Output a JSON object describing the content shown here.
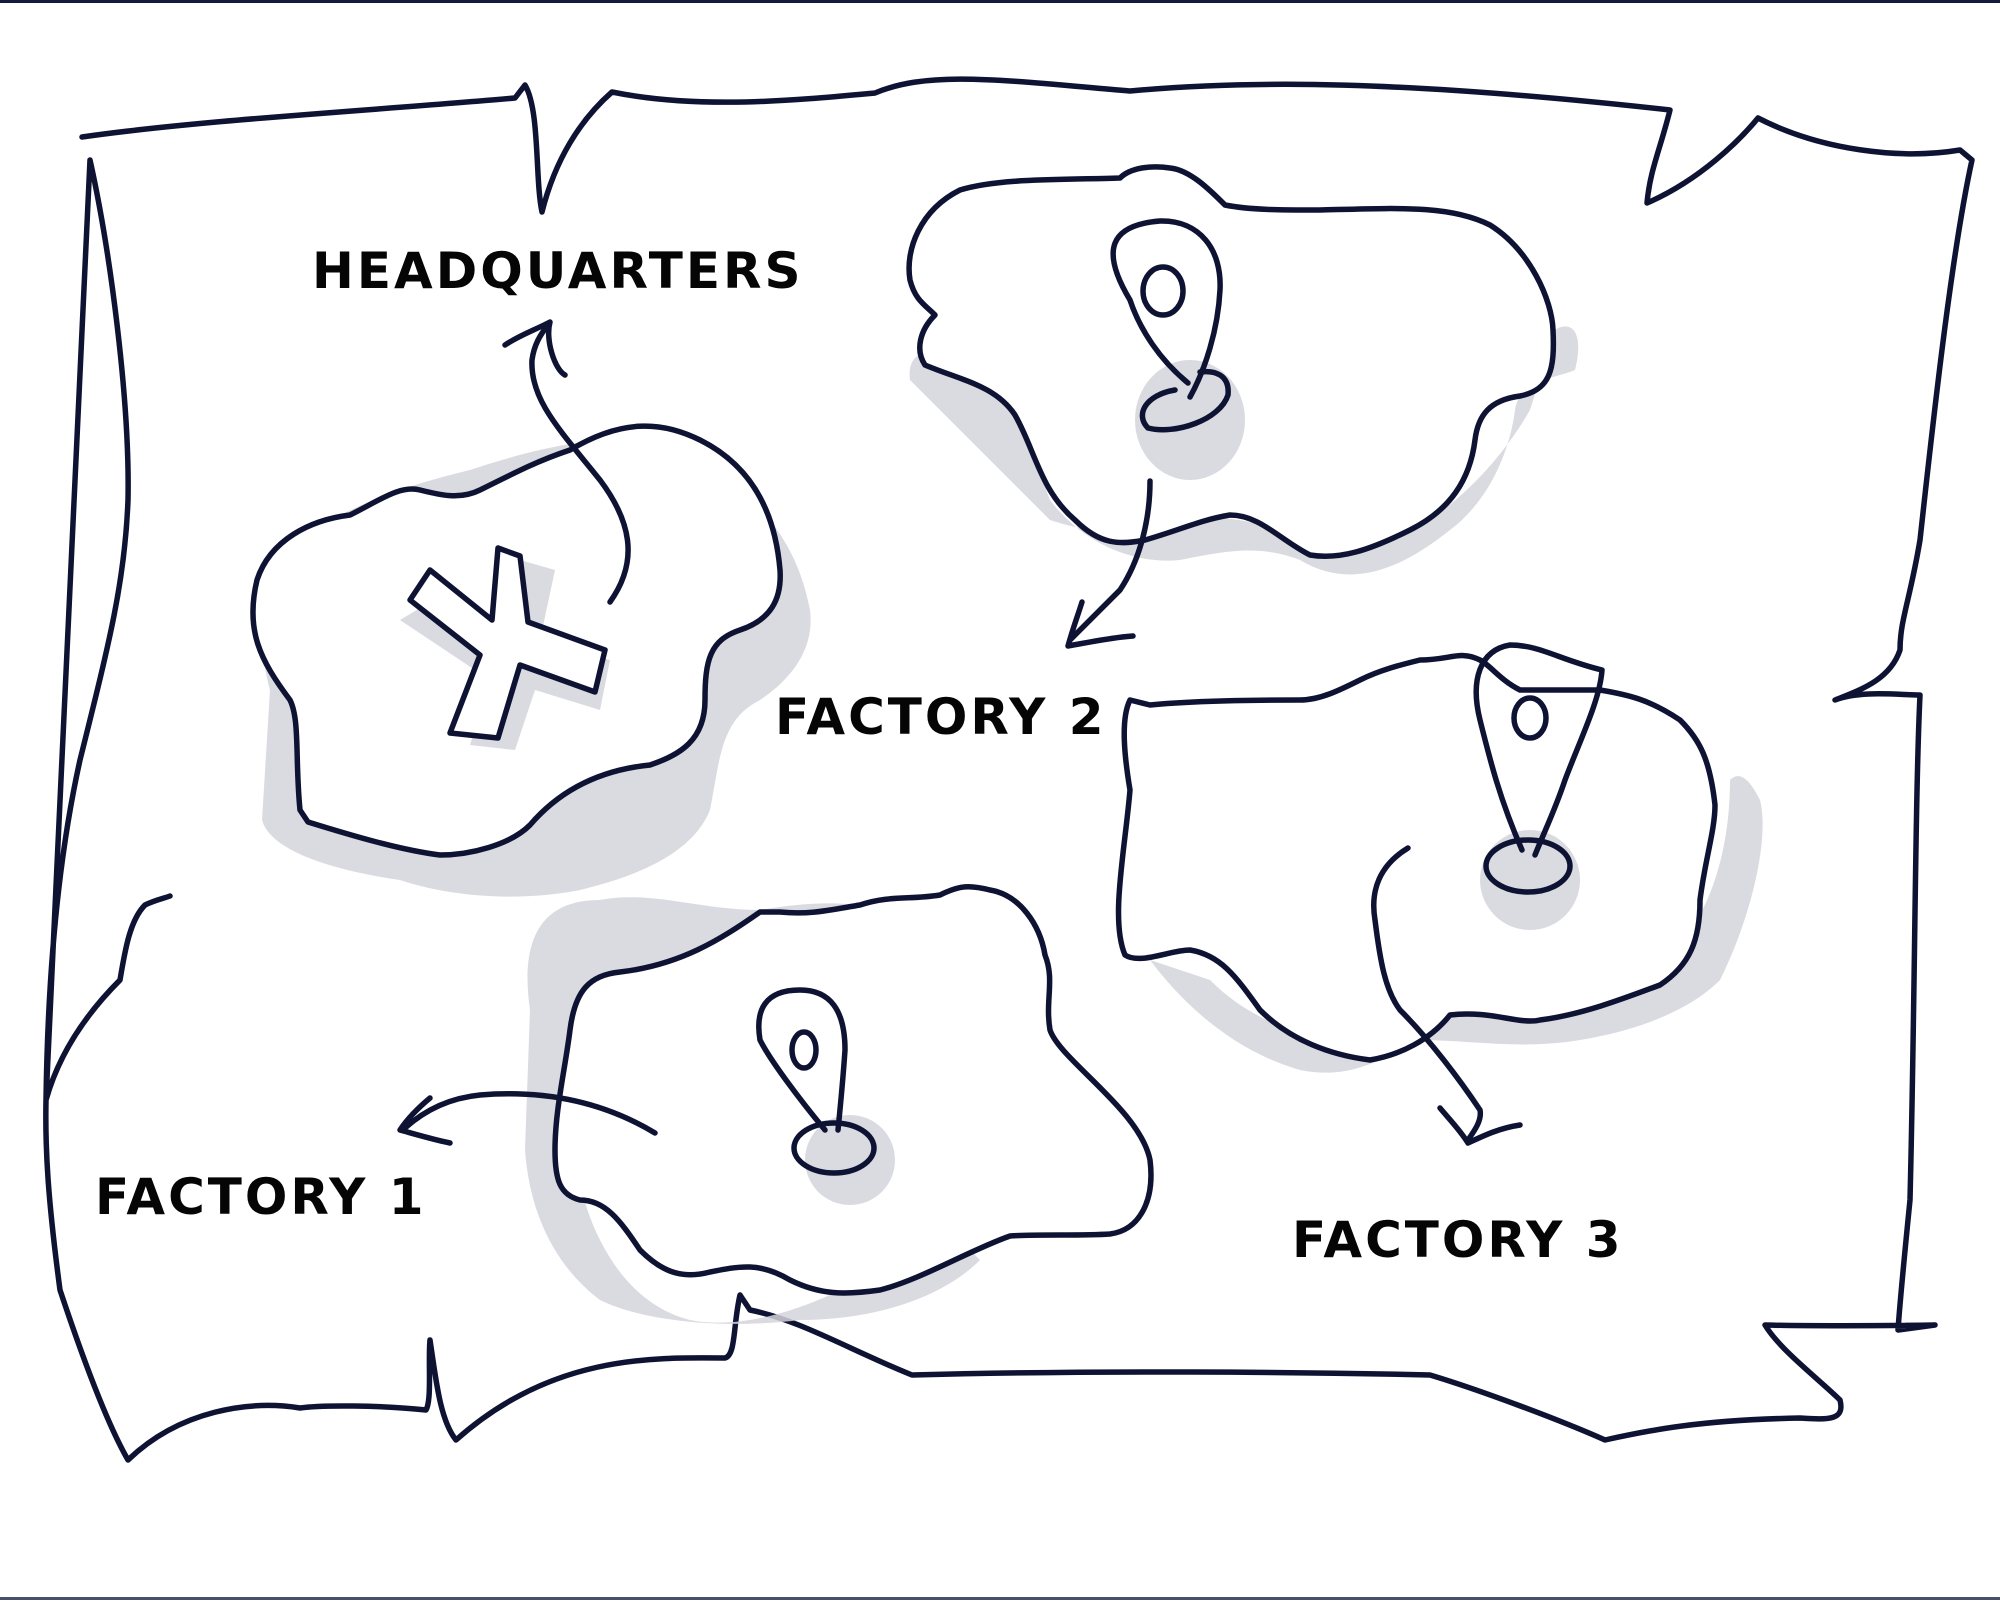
{
  "map": {
    "title": "Hand-drawn location map",
    "ink_color": "#0f1333",
    "shadow_color": "#d3d4dc",
    "labels": {
      "headquarters": "HEADQUARTERS",
      "factory_1": "FACTORY 1",
      "factory_2": "FACTORY 2",
      "factory_3": "FACTORY 3"
    },
    "markers": [
      {
        "id": "headquarters",
        "icon": "x-mark-icon"
      },
      {
        "id": "factory_1",
        "icon": "location-pin-icon"
      },
      {
        "id": "factory_2",
        "icon": "location-pin-icon"
      },
      {
        "id": "factory_3",
        "icon": "location-pin-icon"
      }
    ]
  }
}
